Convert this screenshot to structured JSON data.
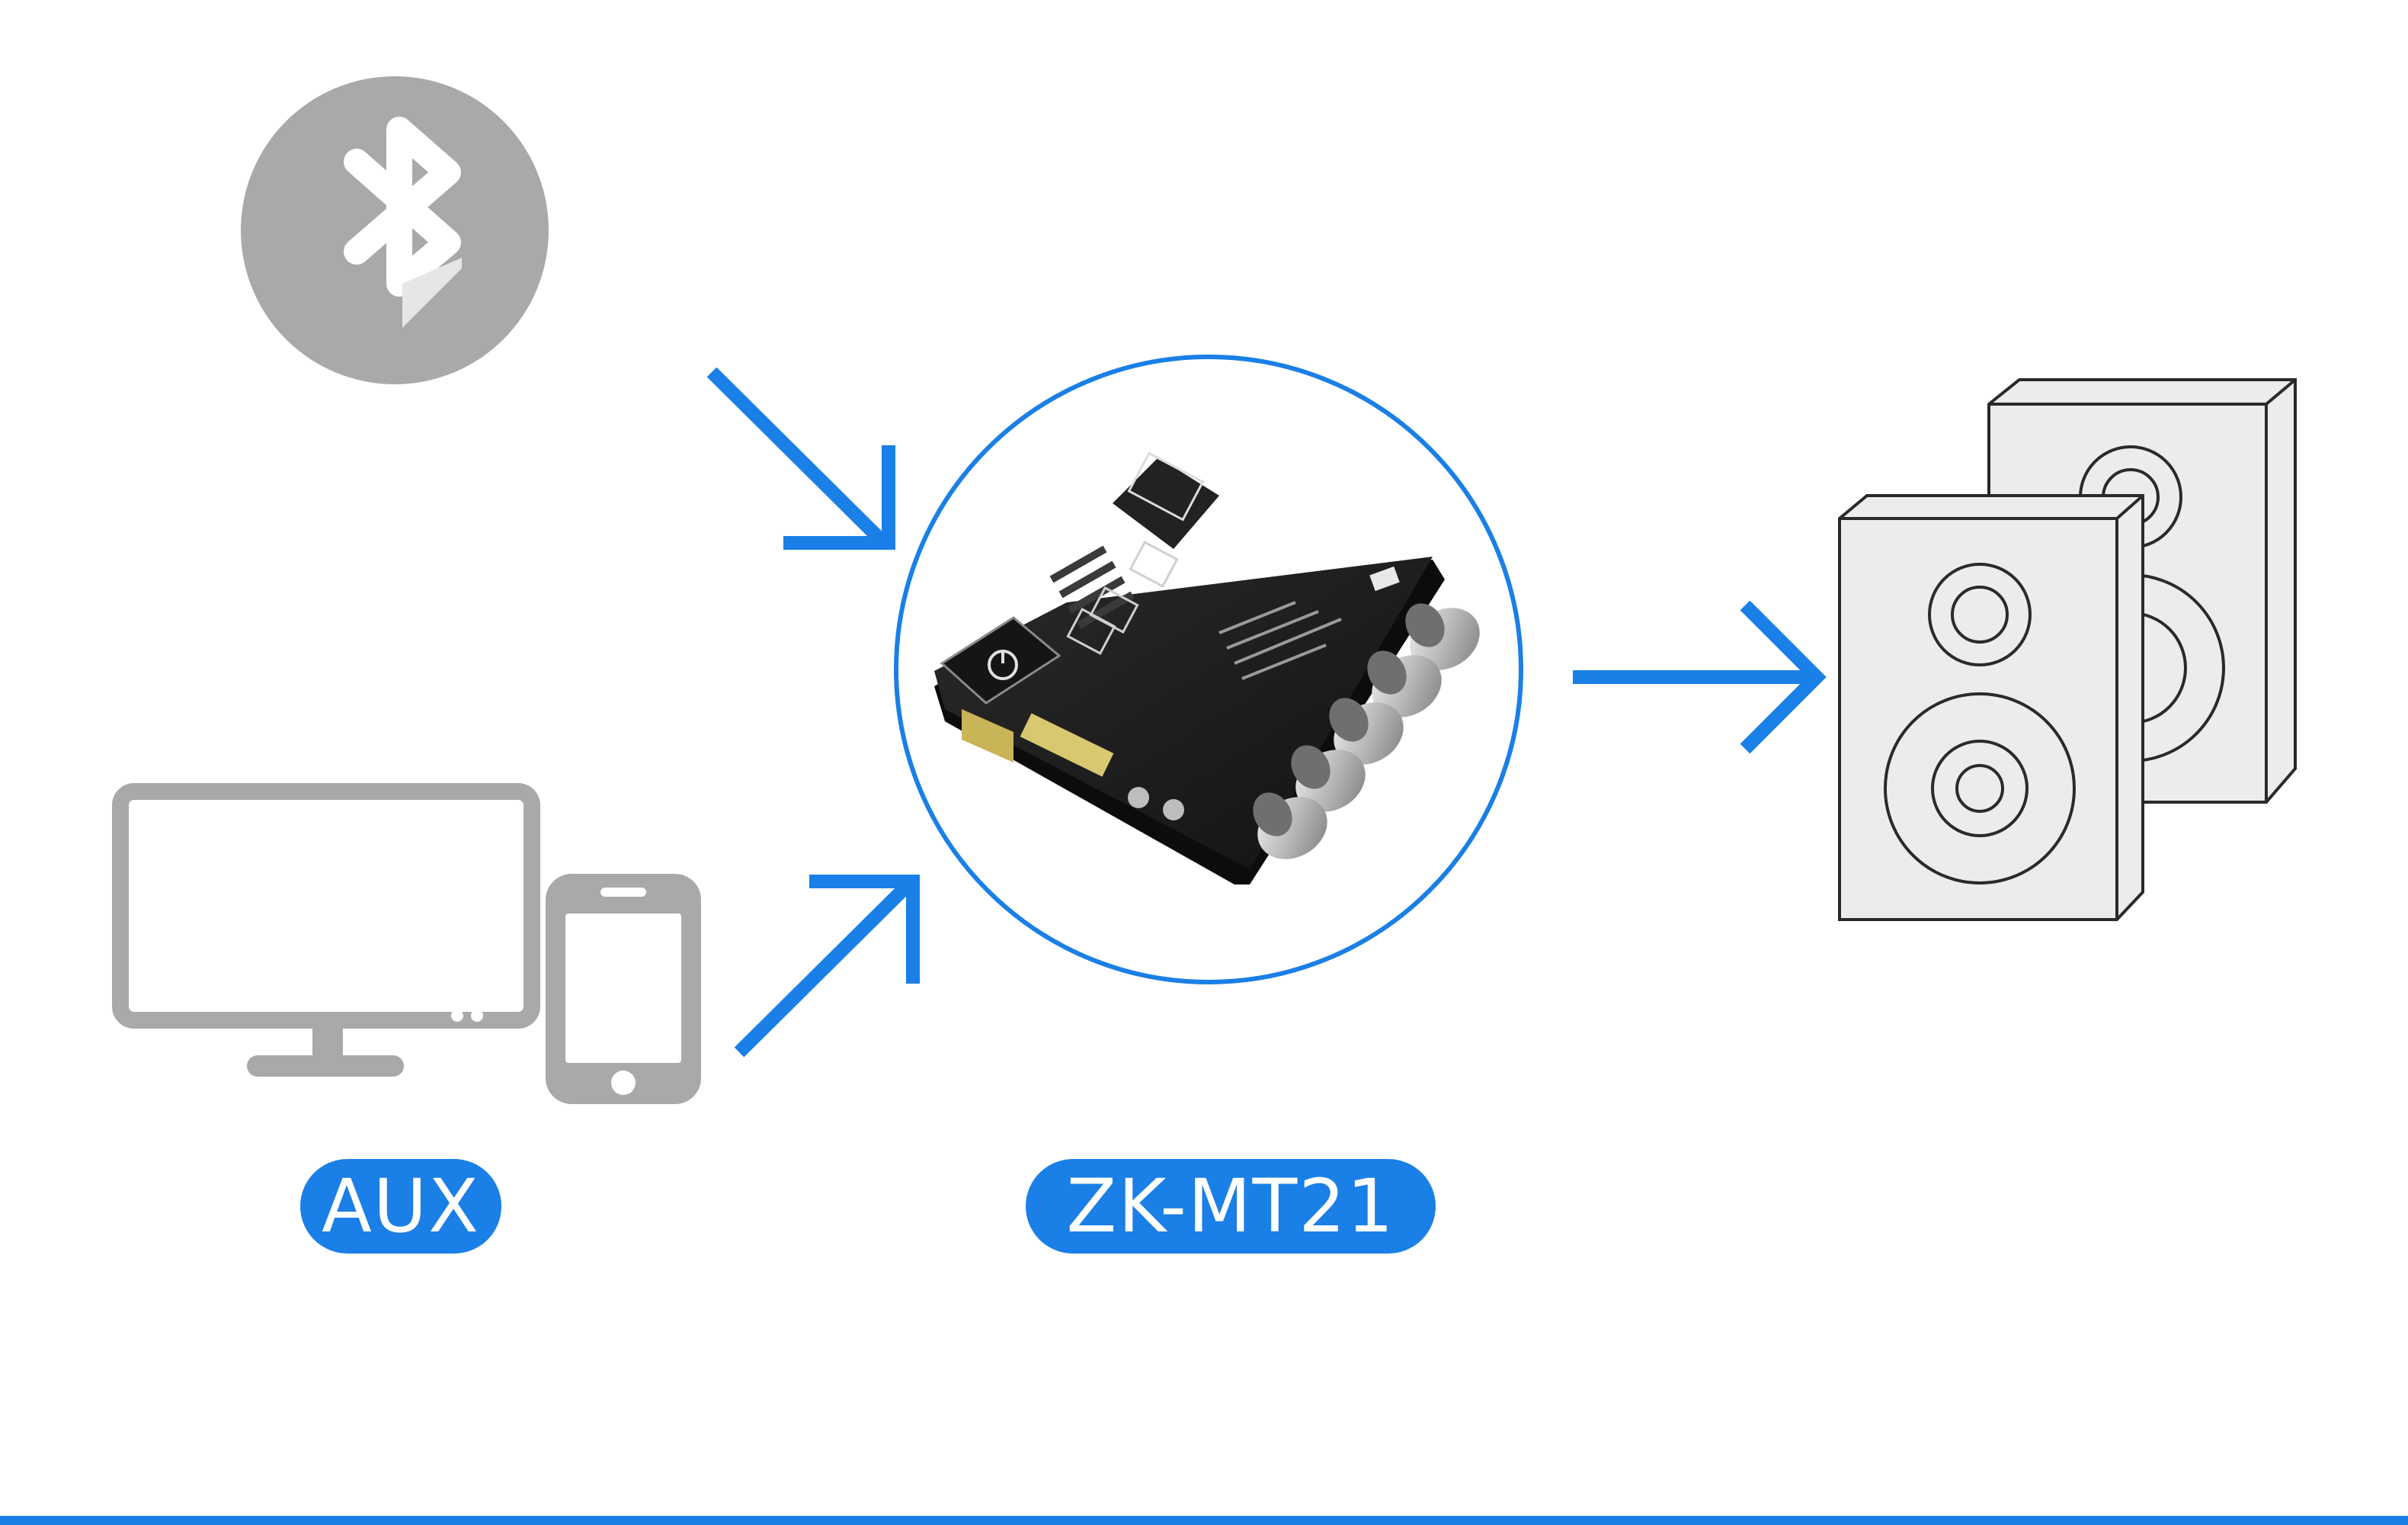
{
  "colors": {
    "accent": "#1a7fe6",
    "icon_gray": "#a9a9a9",
    "board_black": "#1b1b1b",
    "speaker_face": "#ececec",
    "speaker_line": "#2a2a2a"
  },
  "icons": {
    "bluetooth": "bluetooth-icon",
    "monitor": "monitor-icon",
    "phone": "smartphone-icon",
    "board": "amplifier-board-image",
    "speakers": "speakers-icon"
  },
  "labels": {
    "aux": "AUX",
    "model": "ZK-MT21"
  }
}
